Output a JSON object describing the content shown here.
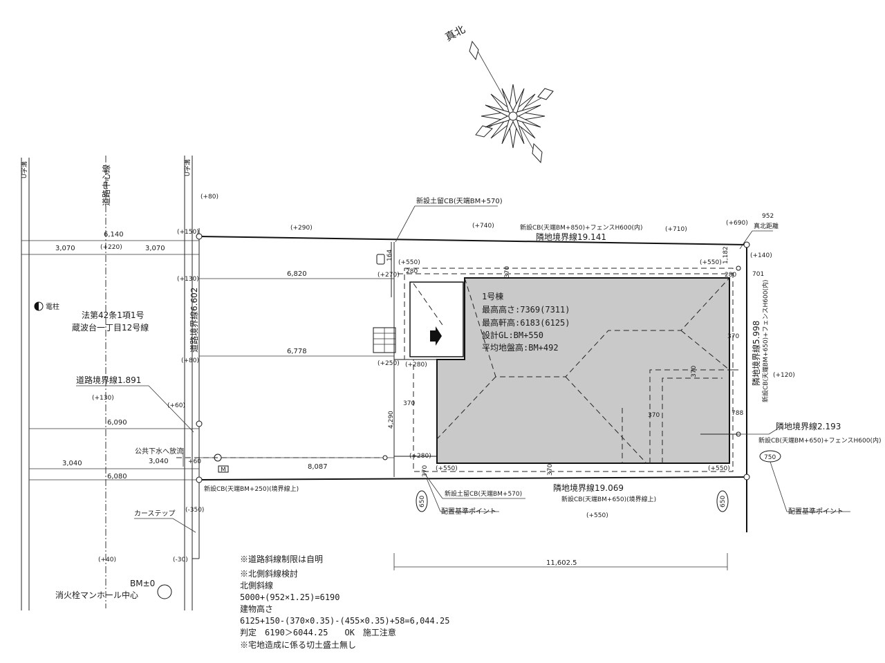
{
  "compass": {
    "north_label": "真北"
  },
  "roads": {
    "u_ditch_left": "U字溝",
    "u_ditch_right": "U字溝",
    "road_center": "道路中心線",
    "law_line1": "法第42条1項1号",
    "law_line2": "蔵波台一丁目12号線",
    "pole_label": "電柱",
    "road_boundary_vertical": "道路境界線6.602",
    "road_boundary_1891": "道路境界線1.891",
    "sewer_discharge": "公共下水へ放流",
    "car_step": "カーステップ",
    "manhole_label": "M"
  },
  "dimensions": {
    "d6140": "6,140",
    "d3070a": "3,070",
    "d3070b": "3,070",
    "d6820": "6,820",
    "d6778": "6,778",
    "d6090": "6,090",
    "d3040a": "3,040",
    "d3040b": "3,040",
    "d8087": "8,087",
    "d6080": "6,080",
    "d4290": "4,290",
    "d11602": "11,602.5",
    "d164": "164",
    "d280a": "280",
    "d280b": "280",
    "d370a": "370",
    "d370b": "370",
    "d370c": "370",
    "d370d": "370",
    "d370e": "370",
    "d370f": "370",
    "d370g": "370",
    "d1182": "1,182",
    "d701": "701",
    "d788": "788",
    "d952": "952",
    "d952_label": "真北距離"
  },
  "levels": {
    "p80": "(+80)",
    "p150": "(+150)",
    "p290": "(+290)",
    "p740": "(+740)",
    "p710": "(+710)",
    "p690": "(+690)",
    "p140": "(+140)",
    "p220": "(+220)",
    "p130a": "(+130)",
    "p270": "(+270)",
    "p550a": "(+550)",
    "p550b": "(+550)",
    "p80b": "(+80)",
    "p250": "(+250)",
    "p280a": "(+280)",
    "p130b": "(+130)",
    "p60": "(+60)",
    "p280b": "(+280)",
    "p550c": "(+550)",
    "p550d": "(+550)",
    "p120": "(+120)",
    "p550e": "(+550)",
    "m350": "(-350)",
    "p40": "(+40)",
    "m30": "(-30)",
    "p60b": "+60"
  },
  "walls": {
    "retaining_top": "新設土留CB(天端BM+570)",
    "cb_top": "新設CB(天端BM+850)+フェンスH600(内)",
    "boundary_top": "隣地境界線19.141",
    "boundary_right": "隣地境界線5.998",
    "cb_right": "新設CB(天端BM+650)+フェンスH600(内)",
    "boundary_right2": "隣地境界線2.193",
    "cb_right2": "新設CB(天端BM+650)+フェンスH600(内)",
    "boundary_bottom": "隣地境界線19.069",
    "cb_bottom": "新設CB(天端BM+650)(境界線上)",
    "cb_bottom_left": "新設CB(天端BM+250)(境界線上)",
    "retaining_bottom": "新設土留CB(天端BM+570)",
    "ref_point_a": "配置基準ポイント",
    "ref_point_b": "配置基準ポイント",
    "circle_650a": "650",
    "circle_650b": "650",
    "circle_750": "750"
  },
  "building": {
    "name": "1号棟",
    "max_height": "最高高さ:7369(7311)",
    "max_eave": "最高軒高:6183(6125)",
    "design_gl": "設計GL:BM+550",
    "avg_ground": "平均地盤高:BM+492"
  },
  "benchmark": {
    "bm": "BM±0",
    "hydrant": "消火栓マンホール中心"
  },
  "notes": [
    "※道路斜線制限は自明",
    "※北側斜線検討",
    "北側斜線",
    "5000+(952×1.25)=6190",
    "建物高さ",
    "6125+150-(370×0.35)-(455×0.35)+58=6,044.25",
    "判定　6190＞6044.25　　OK　施工注意",
    "※宅地造成に係る切土盛土無し"
  ]
}
